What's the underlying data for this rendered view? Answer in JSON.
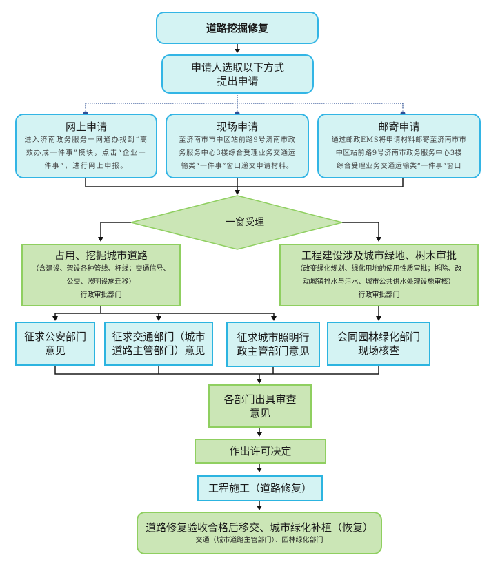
{
  "title": "道路挖掘修复",
  "intro": {
    "line1": "申请人选取以下方式",
    "line2": "提出申请"
  },
  "methods": [
    {
      "title": "网上申请",
      "lines": [
        "进入济南政务服务一网通办找到“高",
        "效办成一件事”模块，点击“企业一",
        "件事”，进行网上申报。"
      ]
    },
    {
      "title": "现场申请",
      "lines": [
        "至济南市市中区站前路9号济南市政",
        "务服务中心3楼综合受理业务交通运",
        "输类“一件事”窗口递交申请材料。"
      ]
    },
    {
      "title": "邮寄申请",
      "lines": [
        "通过邮政EMS将申请材料邮寄至济南市市",
        "中区站前路9号济南市政务服务中心3楼",
        "综合受理业务交通运输类“一件事”窗口"
      ]
    }
  ],
  "decision": "一窗受理",
  "branches": [
    {
      "title": "占用、挖掘城市道路",
      "lines": [
        "（含建设、架设各种管线、杆线；交通信号、",
        "公交、照明设施迁移）"
      ],
      "dept": "行政审批部门"
    },
    {
      "title": "工程建设涉及城市绿地、树木审批",
      "lines": [
        "（改变绿化规划、绿化用地的使用性质审批；拆除、改",
        "动城镇排水与污水、城市公共供水处理设施审核）"
      ],
      "dept": "行政审批部门"
    }
  ],
  "consults": [
    {
      "line1": "征求公安部门",
      "line2": "意见"
    },
    {
      "line1": "征求交通部门（城市",
      "line2": "道路主管部门）意见"
    },
    {
      "line1": "征求城市照明行",
      "line2": "政主管部门意见"
    },
    {
      "line1": "会同园林绿化部门",
      "line2": "现场核查"
    }
  ],
  "review": {
    "line1": "各部门出具审查",
    "line2": "意见"
  },
  "decision_made": "作出许可决定",
  "construction": "工程施工（道路修复）",
  "final": {
    "title": "道路修复验收合格后移交、城市绿化补植（恢复）",
    "sub": "交通（城市道路主管部门）、园林绿化部门"
  },
  "colors": {
    "cyan_fill": "#d4f3f3",
    "cyan_border": "#33b5e5",
    "green_fill": "#cbe6b6",
    "green_border": "#8fcf60",
    "connector": "#1a1a1a",
    "dotted": "#3a5a9a"
  }
}
